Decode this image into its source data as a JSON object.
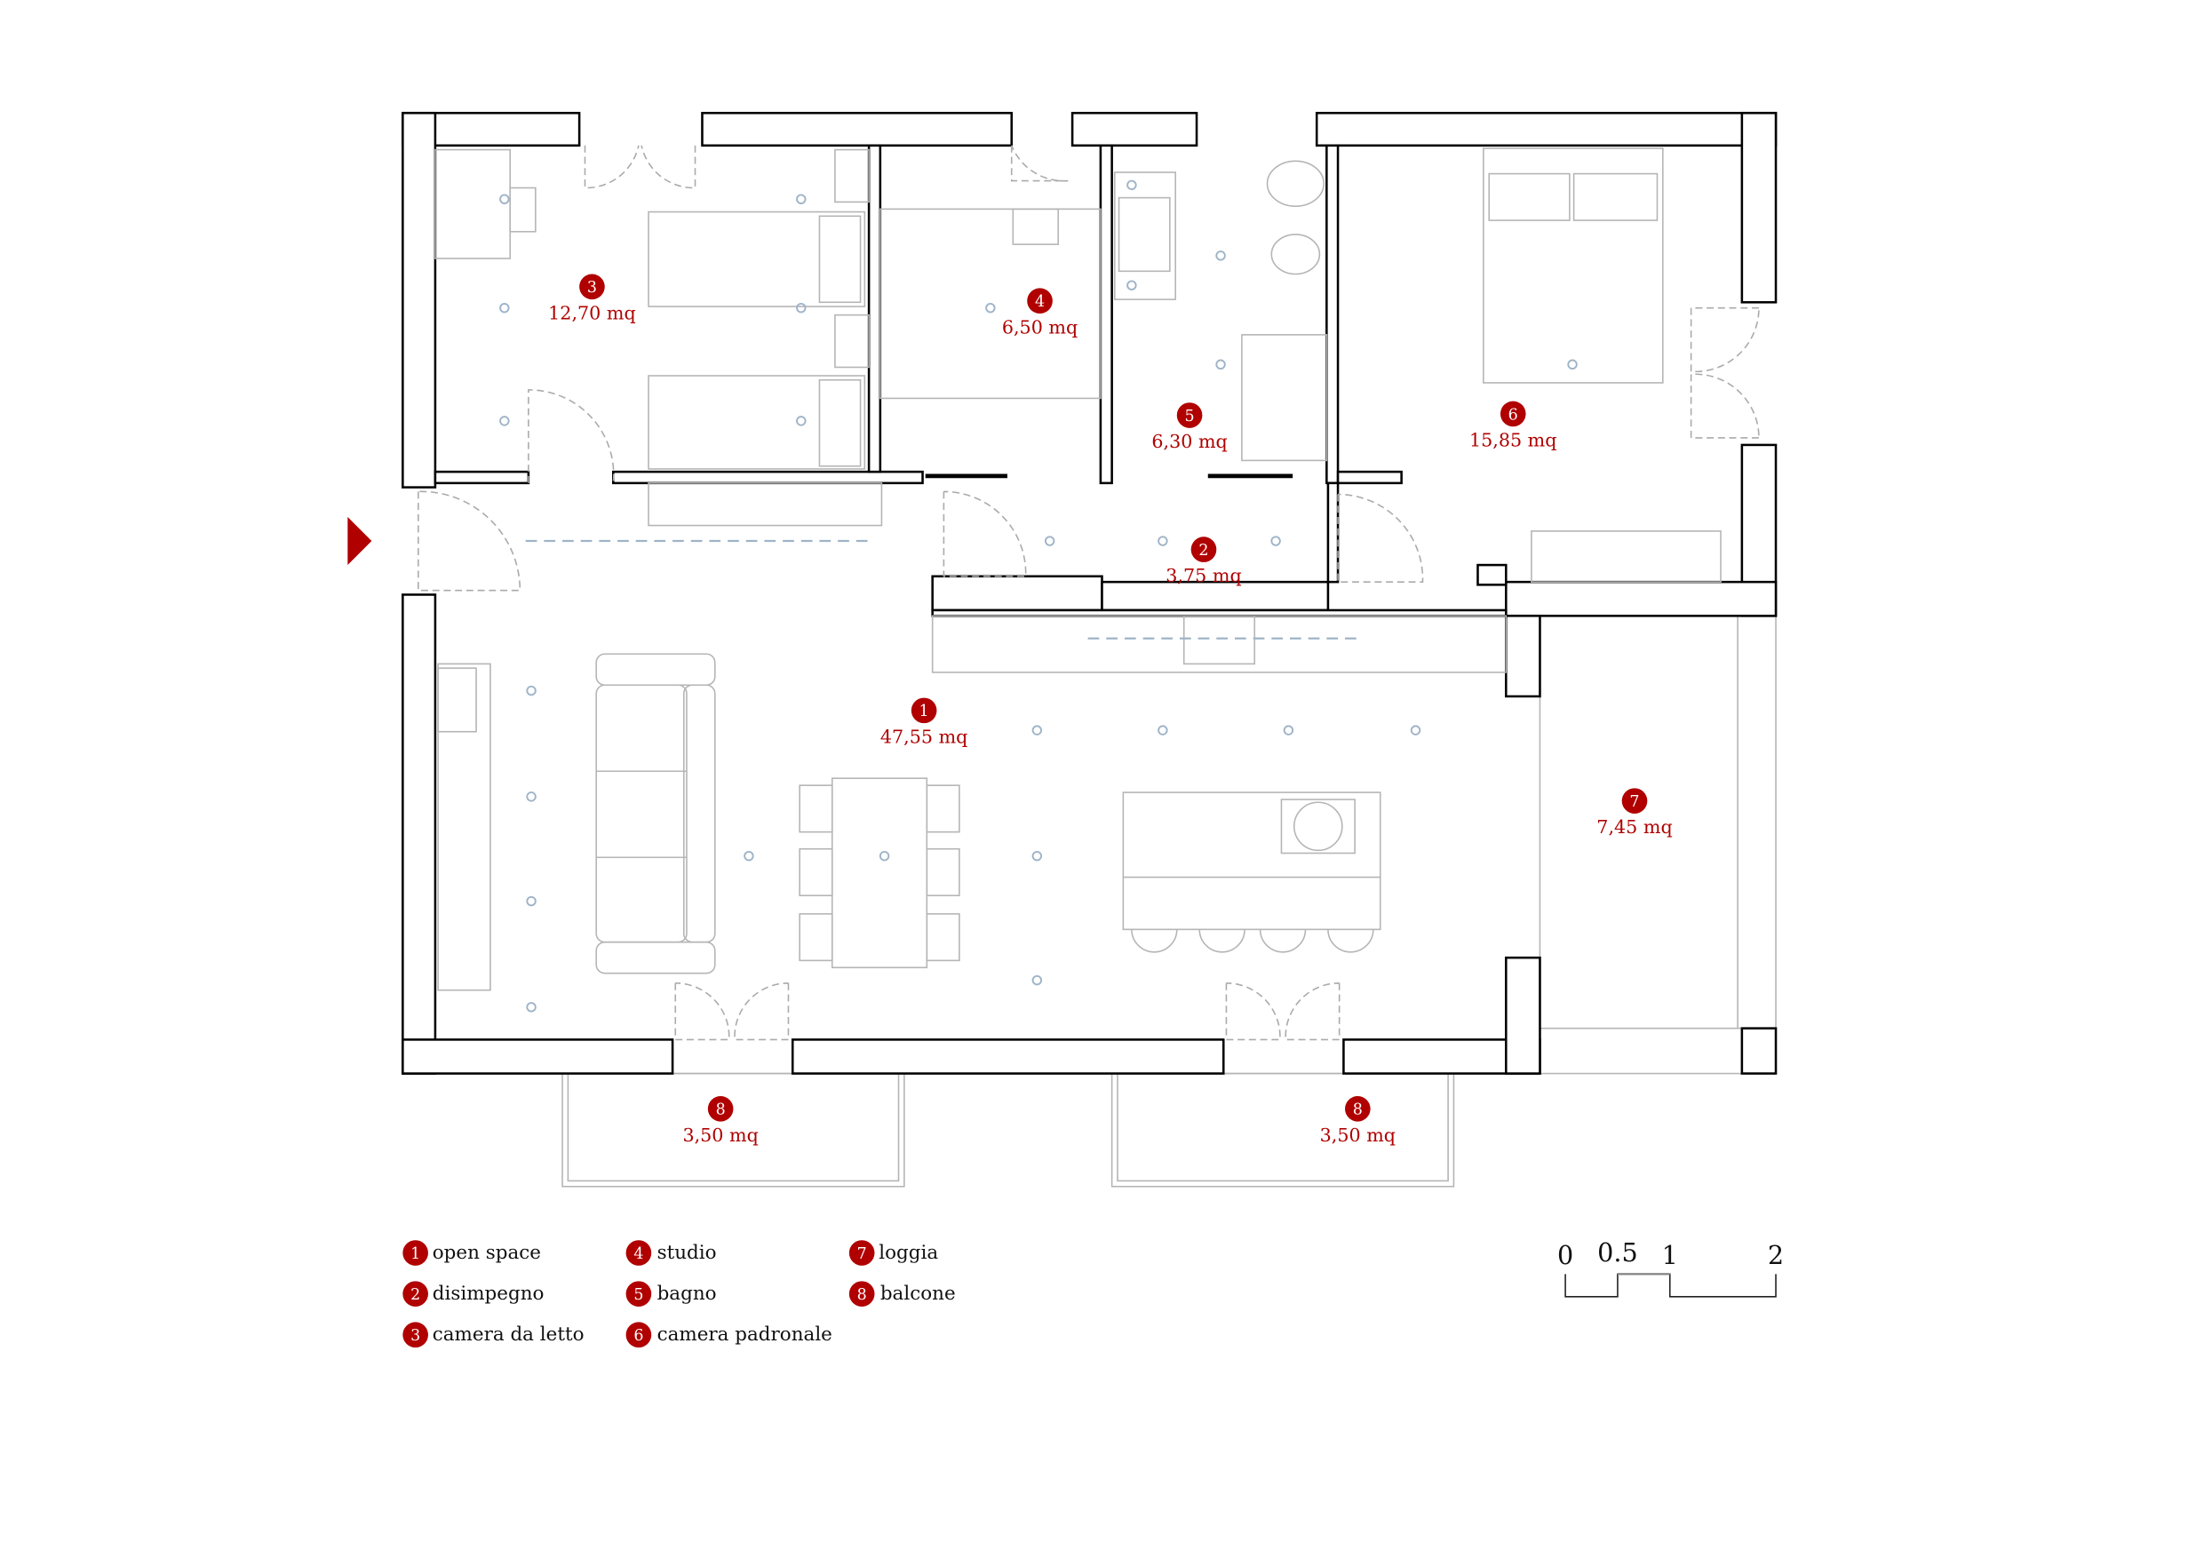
{
  "rooms": [
    {
      "number": "1",
      "area": "47,55 mq"
    },
    {
      "number": "2",
      "area": "3,75 mq"
    },
    {
      "number": "3",
      "area": "12,70 mq"
    },
    {
      "number": "4",
      "area": "6,50 mq"
    },
    {
      "number": "5",
      "area": "6,30 mq"
    },
    {
      "number": "6",
      "area": "15,85 mq"
    },
    {
      "number": "7",
      "area": "7,45 mq"
    },
    {
      "number": "8",
      "area": "3,50 mq"
    }
  ],
  "legend": [
    {
      "number": "1",
      "label": "open space"
    },
    {
      "number": "2",
      "label": "disimpegno"
    },
    {
      "number": "3",
      "label": "camera da letto"
    },
    {
      "number": "4",
      "label": "studio"
    },
    {
      "number": "5",
      "label": "bagno"
    },
    {
      "number": "6",
      "label": "camera padronale"
    },
    {
      "number": "7",
      "label": "loggia"
    },
    {
      "number": "8",
      "label": "balcone"
    }
  ],
  "scale_bar": {
    "ticks": [
      "0",
      "0.5",
      "1",
      "2"
    ]
  },
  "colors": {
    "accent": "#b00000",
    "wall": "#000000",
    "furniture": "#b5b5b5",
    "lights": "#9fb4c8"
  }
}
